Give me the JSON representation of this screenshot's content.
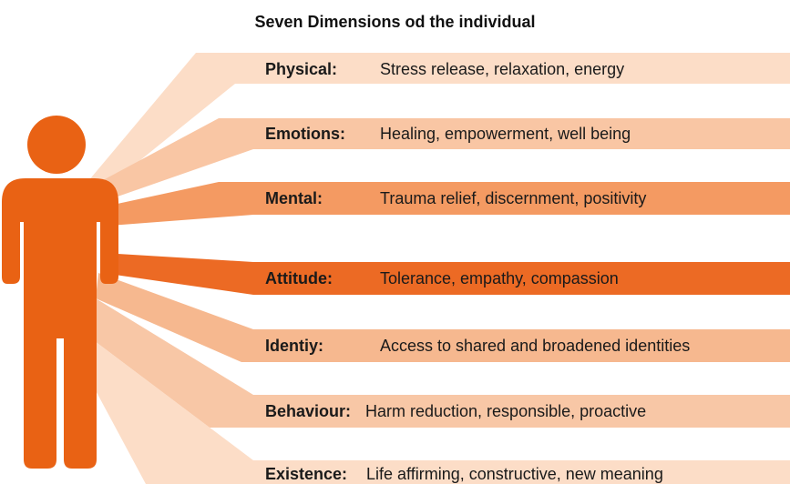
{
  "title": "Seven Dimensions od the individual",
  "colors": {
    "figure": "#E96214",
    "band_physical": "#FCDDC7",
    "band_emotions": "#F9C6A4",
    "band_mental": "#F49A62",
    "band_attitude": "#EC6A24",
    "band_identity": "#F6B88F",
    "band_behaviour": "#F8C7A6",
    "band_existence": "#FCDDC7"
  },
  "figure_icon": "person-icon",
  "dimensions": [
    {
      "label": "Physical:",
      "desc": "Stress release, relaxation, energy"
    },
    {
      "label": "Emotions:",
      "desc": "Healing, empowerment, well being"
    },
    {
      "label": "Mental:",
      "desc": "Trauma relief, discernment, positivity"
    },
    {
      "label": "Attitude:",
      "desc": "Tolerance, empathy, compassion"
    },
    {
      "label": "Identiy:",
      "desc": "Access to shared and broadened identities"
    },
    {
      "label": "Behaviour:",
      "desc": "Harm reduction, responsible, proactive"
    },
    {
      "label": "Existence:",
      "desc": "Life affirming, constructive, new meaning"
    }
  ]
}
